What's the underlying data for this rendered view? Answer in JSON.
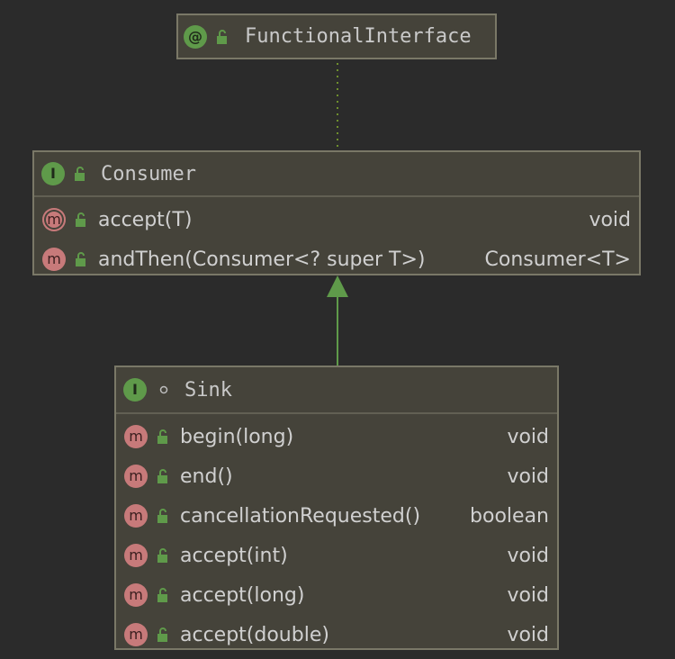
{
  "diagram": {
    "nodes": {
      "functional_interface": {
        "badge": "@",
        "title": "FunctionalInterface"
      },
      "consumer": {
        "badge": "I",
        "title": "Consumer",
        "members": [
          {
            "badge": "m",
            "name": "accept(T)",
            "type": "void"
          },
          {
            "badge": "m",
            "name": "andThen(Consumer<? super T>)",
            "type": "Consumer<T>"
          }
        ]
      },
      "sink": {
        "badge": "I",
        "title": "Sink",
        "members": [
          {
            "badge": "m",
            "name": "begin(long)",
            "type": "void"
          },
          {
            "badge": "m",
            "name": "end()",
            "type": "void"
          },
          {
            "badge": "m",
            "name": "cancellationRequested()",
            "type": "boolean"
          },
          {
            "badge": "m",
            "name": "accept(int)",
            "type": "void"
          },
          {
            "badge": "m",
            "name": "accept(long)",
            "type": "void"
          },
          {
            "badge": "m",
            "name": "accept(double)",
            "type": "void"
          }
        ]
      }
    },
    "colors": {
      "background": "#2b2b2b",
      "node_fill": "#45433a",
      "node_border": "#7a7867",
      "interface_badge": "#5f9a4a",
      "method_badge": "#c77a7a",
      "annotation_link": "#6e8f2e",
      "inheritance_arrow": "#5f9a4a"
    },
    "icons": {
      "public_modifier": "open-lock-icon",
      "package_modifier": "circle-dot-icon"
    }
  }
}
